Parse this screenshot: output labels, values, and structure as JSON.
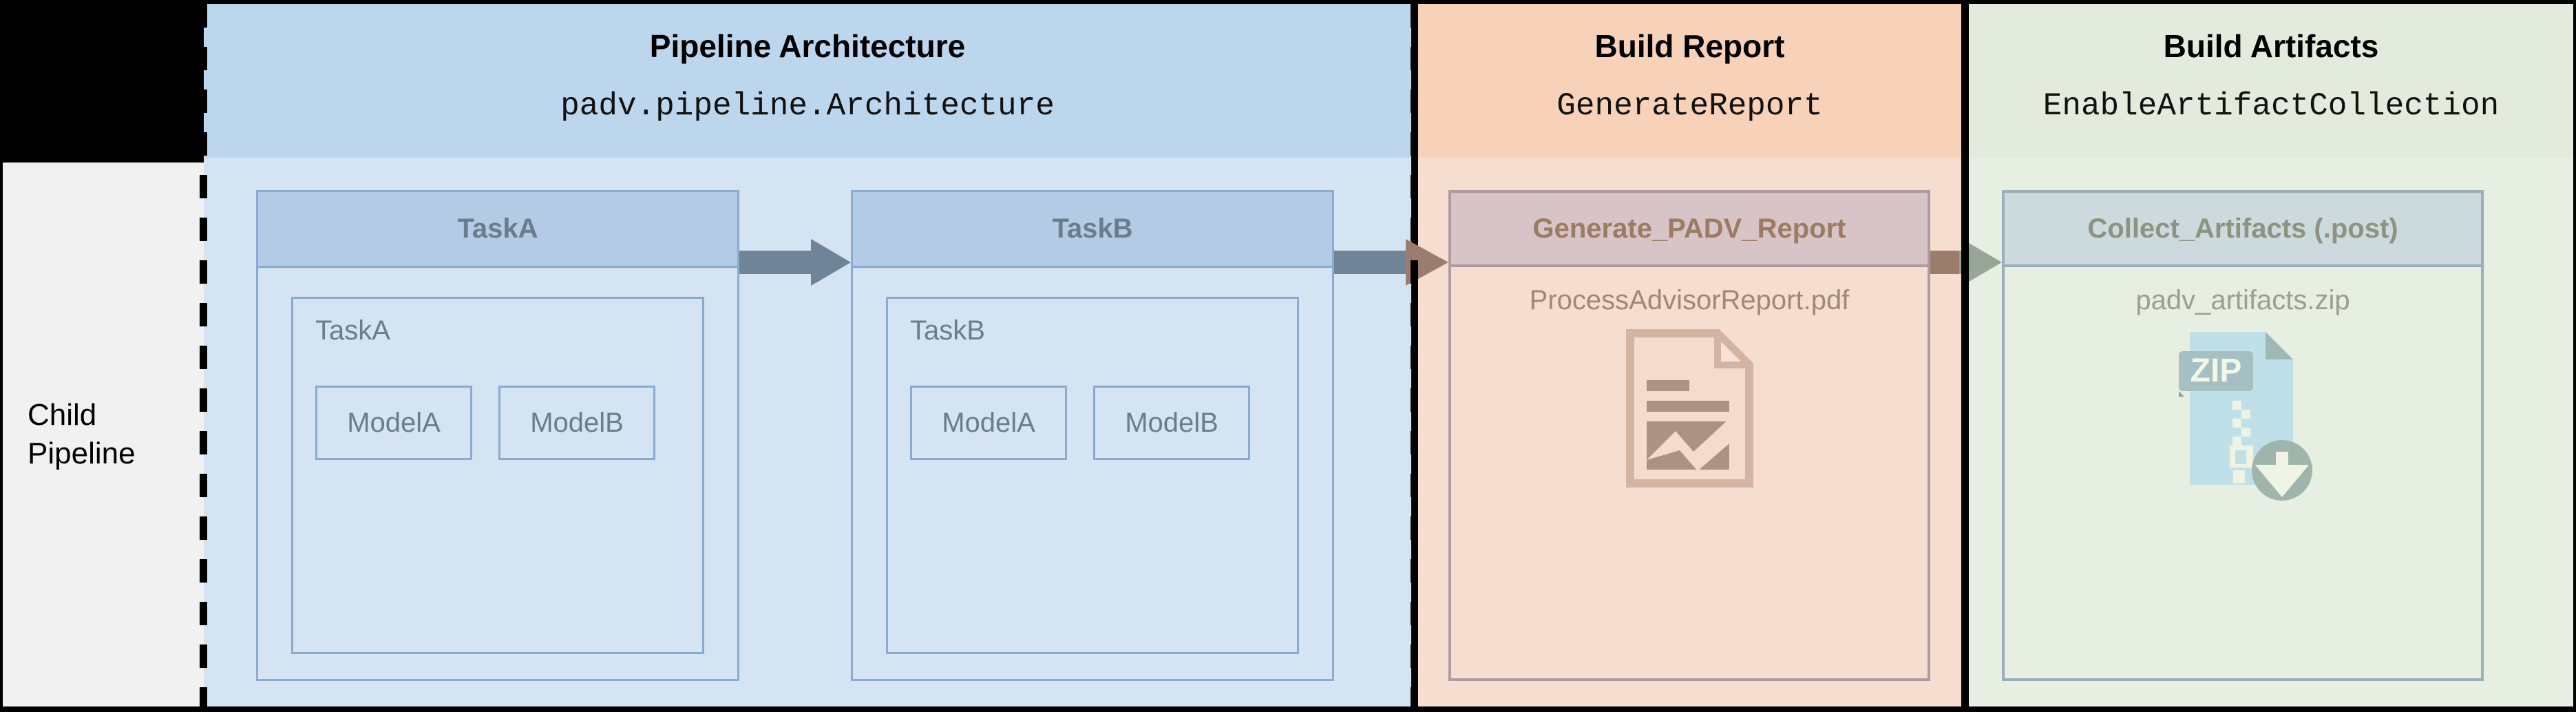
{
  "sidebar": {
    "label": "Child\nPipeline"
  },
  "columns": [
    {
      "key": "architecture",
      "title": "Pipeline Architecture",
      "subtitle": "padv.pipeline.Architecture",
      "accent": "#bcd6ed"
    },
    {
      "key": "report",
      "title": "Build Report",
      "subtitle": "GenerateReport",
      "accent": "#f7d2b8"
    },
    {
      "key": "artifacts",
      "title": "Build Artifacts",
      "subtitle": "EnableArtifactCollection",
      "accent": "#e3ecdc"
    }
  ],
  "tasks": [
    {
      "header": "TaskA",
      "inner_label": "TaskA",
      "models": [
        "ModelA",
        "ModelB"
      ]
    },
    {
      "header": "TaskB",
      "inner_label": "TaskB",
      "models": [
        "ModelA",
        "ModelB"
      ]
    }
  ],
  "report_card": {
    "header": "Generate_PADV_Report",
    "file": "ProcessAdvisorReport.pdf",
    "icon": "pdf-document-icon"
  },
  "artifact_card": {
    "header": "Collect_Artifacts (.post)",
    "file": "padv_artifacts.zip",
    "icon": "zip-file-icon",
    "icon_badge_label": "ZIP"
  },
  "arrows": [
    {
      "from": "TaskA",
      "to": "TaskB",
      "color": "#6f8497"
    },
    {
      "from": "TaskB",
      "to": "Generate_PADV_Report",
      "color": "#6f8497"
    },
    {
      "from": "Generate_PADV_Report",
      "to": "Collect_Artifacts (.post)",
      "color": "#97a694"
    }
  ],
  "colors": {
    "arch_header": "#bcd6ed",
    "arch_body": "#d5e4f3",
    "report_header": "#f7d2b8",
    "report_body": "#f5ded0",
    "artifacts_header": "#e3ecdc",
    "artifacts_body": "#e7eee2",
    "task_header": "#b4cbe6",
    "task_border": "#8aaad2",
    "task_text": "#6b7c8c",
    "report_text": "#9b7c62",
    "artifacts_text": "#8d9281",
    "sidebar_bg": "#f1f1f1",
    "divider": "#000000"
  }
}
